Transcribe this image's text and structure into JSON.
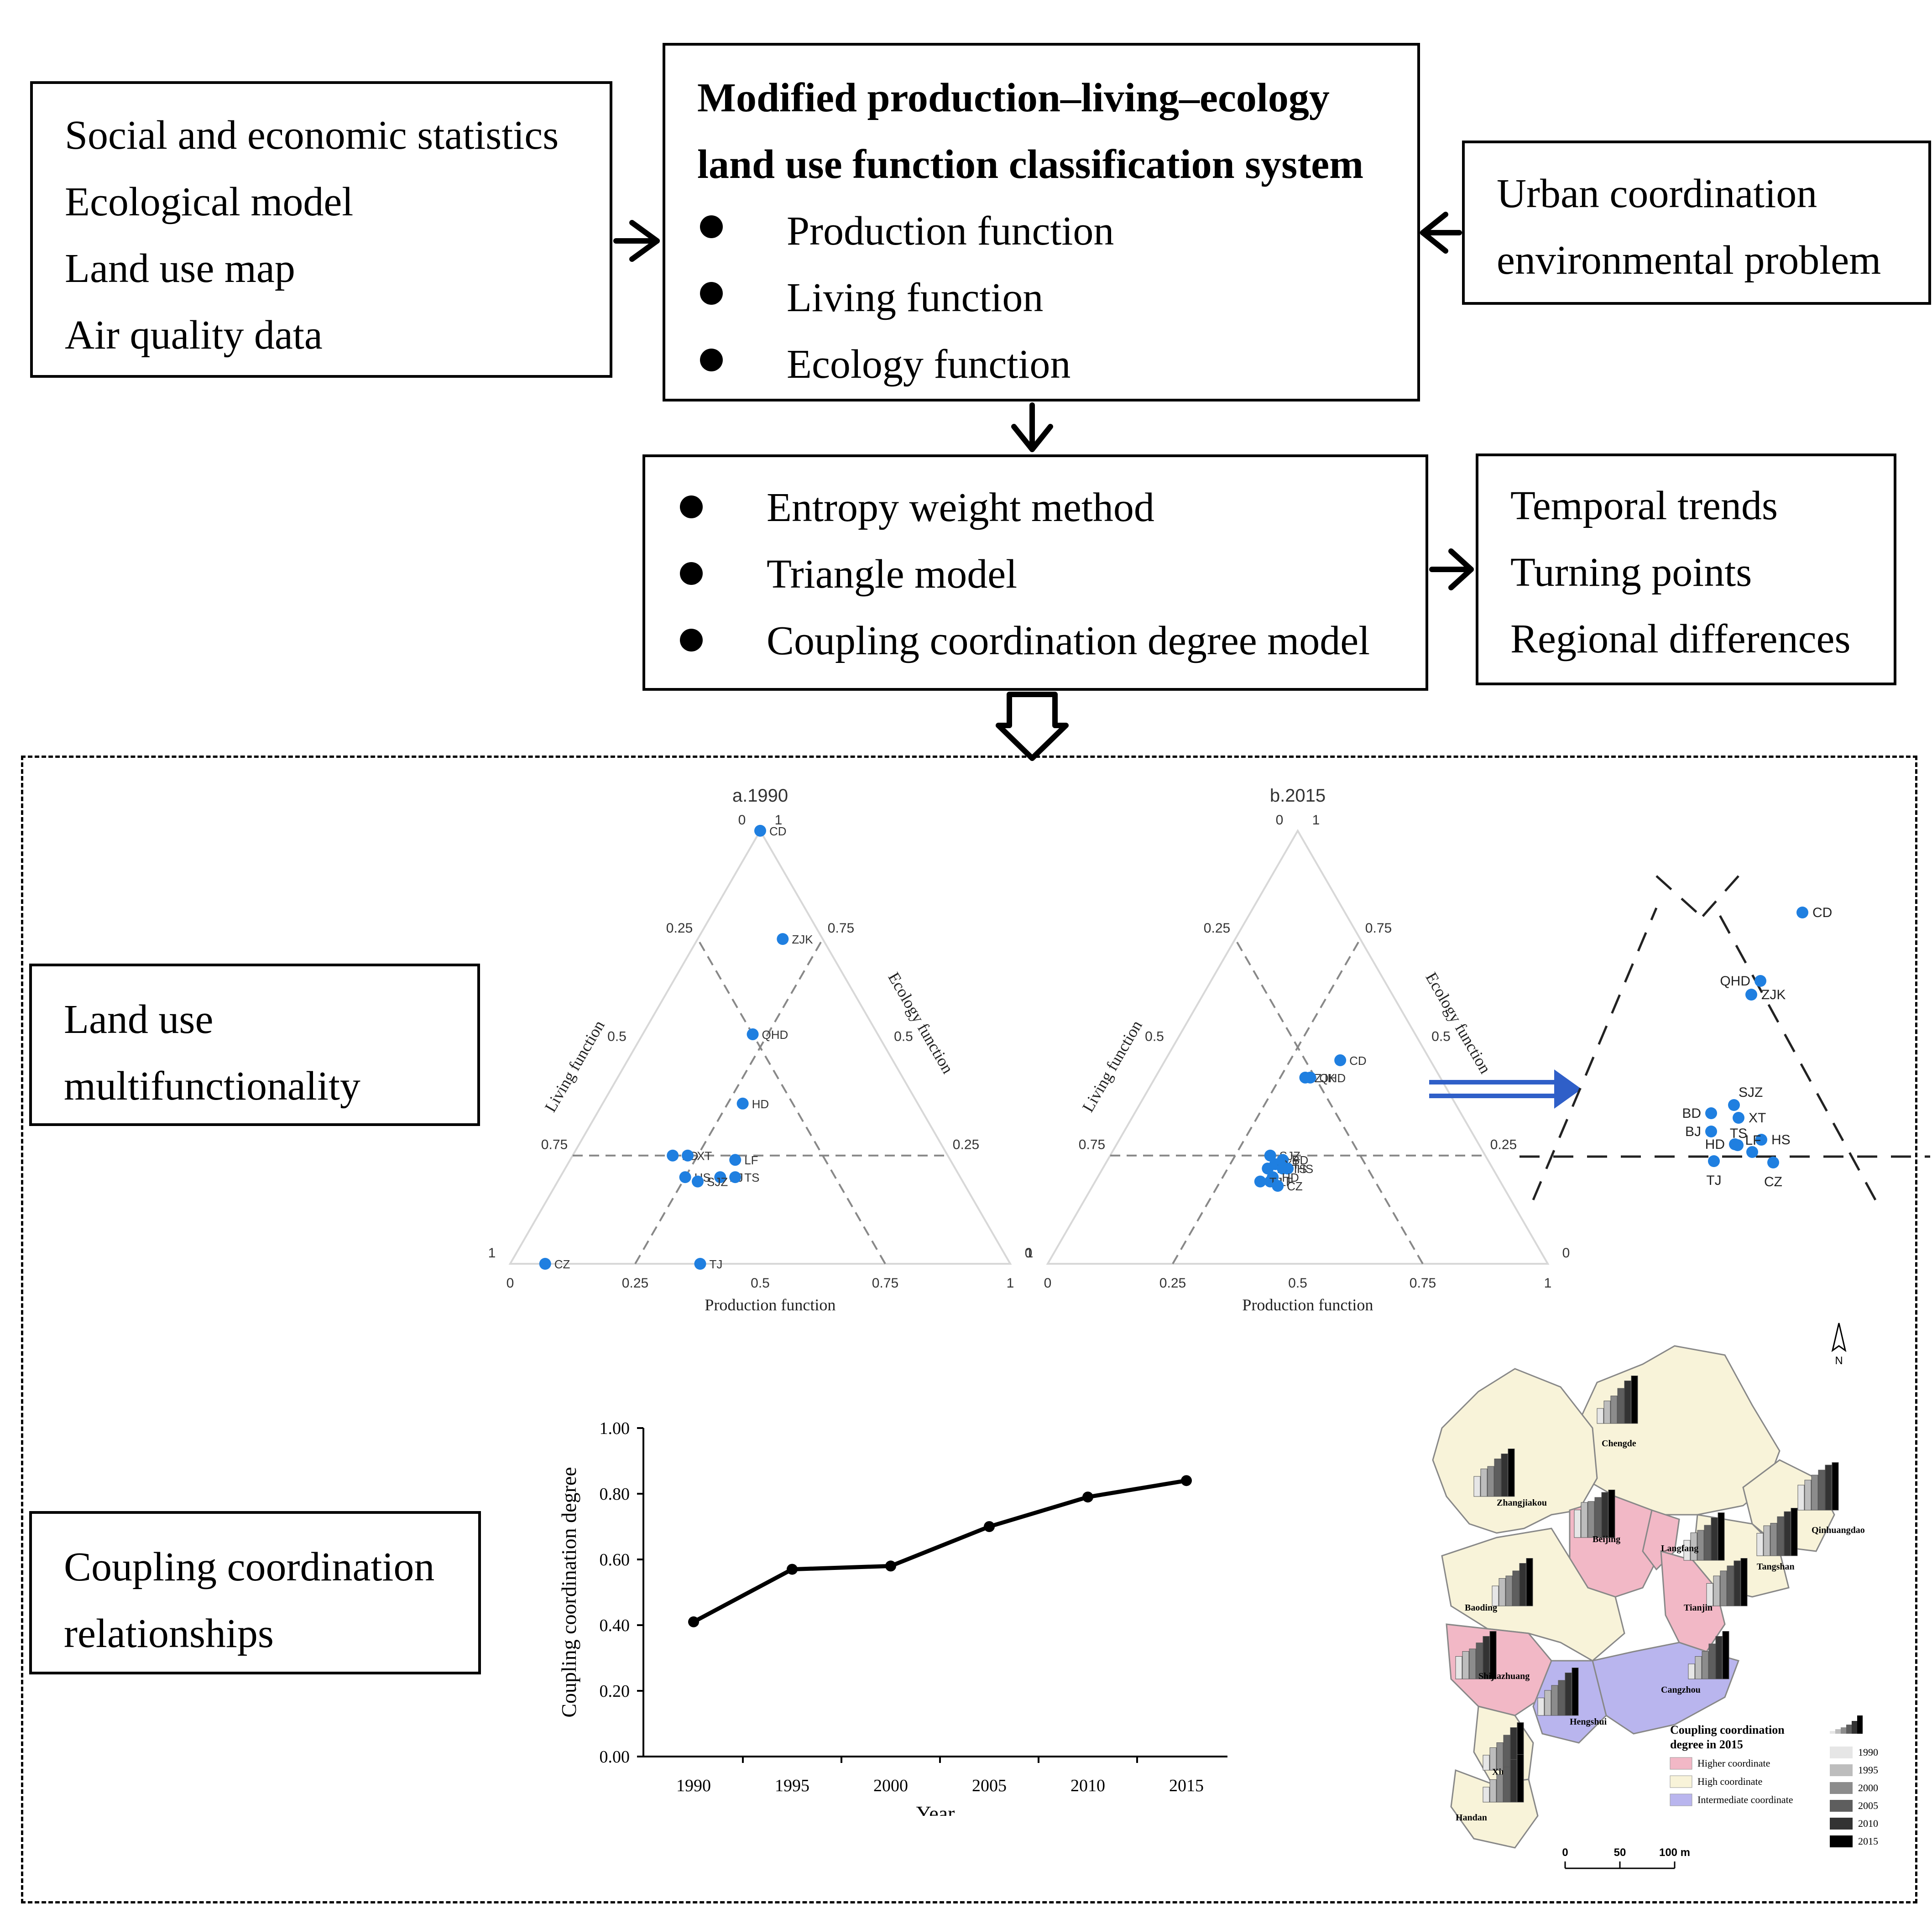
{
  "inputs": {
    "lines": [
      "Social and economic statistics",
      "Ecological model",
      "Land use map",
      "Air quality data"
    ]
  },
  "classification": {
    "title_line1": "Modified production–living–ecology",
    "title_line2": "land use function classification system",
    "items": [
      "Production function",
      "Living function",
      "Ecology function"
    ]
  },
  "problems": {
    "lines": [
      "Urban coordination",
      "environmental problem"
    ]
  },
  "methods": {
    "items": [
      "Entropy weight method",
      "Triangle model",
      "Coupling coordination degree model"
    ]
  },
  "outcomes": {
    "lines": [
      "Temporal trends",
      "Turning points",
      "Regional differences"
    ]
  },
  "results": {
    "multifunctionality": [
      "Land use",
      "multifunctionality"
    ],
    "coordination": [
      "Coupling coordination",
      "relationships"
    ]
  },
  "ternary": {
    "panel_a_title": "a.1990",
    "panel_b_title": "b.2015",
    "left_axis": "Living function",
    "right_axis": "Ecology function",
    "bottom_axis": "Production function",
    "ticks": [
      "0",
      "0.25",
      "0.5",
      "0.75",
      "1"
    ]
  },
  "chart_data": [
    {
      "type": "scatter",
      "title": "a.1990",
      "xlabel": "Production function",
      "left_label": "Living function",
      "right_label": "Ecology function",
      "points": [
        {
          "label": "CD",
          "production": 0.0,
          "living": 0.0,
          "ecology": 1.0
        },
        {
          "label": "ZJK",
          "production": 0.17,
          "living": 0.08,
          "ecology": 0.75
        },
        {
          "label": "QHD",
          "production": 0.22,
          "living": 0.25,
          "ecology": 0.53
        },
        {
          "label": "HD",
          "production": 0.28,
          "living": 0.35,
          "ecology": 0.37
        },
        {
          "label": "BD",
          "production": 0.2,
          "living": 0.55,
          "ecology": 0.25
        },
        {
          "label": "XT",
          "production": 0.23,
          "living": 0.52,
          "ecology": 0.25
        },
        {
          "label": "LF",
          "production": 0.33,
          "living": 0.43,
          "ecology": 0.24
        },
        {
          "label": "HS",
          "production": 0.25,
          "living": 0.55,
          "ecology": 0.2
        },
        {
          "label": "BJ",
          "production": 0.32,
          "living": 0.48,
          "ecology": 0.2
        },
        {
          "label": "TS",
          "production": 0.35,
          "living": 0.45,
          "ecology": 0.2
        },
        {
          "label": "SJZ",
          "production": 0.28,
          "living": 0.53,
          "ecology": 0.19
        },
        {
          "label": "TJ",
          "production": 0.38,
          "living": 0.62,
          "ecology": 0.0
        },
        {
          "label": "CZ",
          "production": 0.07,
          "living": 0.93,
          "ecology": 0.0
        }
      ]
    },
    {
      "type": "scatter",
      "title": "b.2015",
      "xlabel": "Production function",
      "left_label": "Living function",
      "right_label": "Ecology function",
      "points": [
        {
          "label": "CD",
          "production": 0.35,
          "living": 0.18,
          "ecology": 0.47
        },
        {
          "label": "QHD",
          "production": 0.31,
          "living": 0.26,
          "ecology": 0.43
        },
        {
          "label": "ZJK",
          "production": 0.3,
          "living": 0.27,
          "ecology": 0.43
        },
        {
          "label": "SJZ",
          "production": 0.32,
          "living": 0.43,
          "ecology": 0.25
        },
        {
          "label": "BD",
          "production": 0.35,
          "living": 0.41,
          "ecology": 0.24
        },
        {
          "label": "XT",
          "production": 0.34,
          "living": 0.43,
          "ecology": 0.23
        },
        {
          "label": "BJ",
          "production": 0.33,
          "living": 0.45,
          "ecology": 0.22
        },
        {
          "label": "HS",
          "production": 0.37,
          "living": 0.41,
          "ecology": 0.22
        },
        {
          "label": "TS",
          "production": 0.36,
          "living": 0.42,
          "ecology": 0.22
        },
        {
          "label": "HD",
          "production": 0.35,
          "living": 0.45,
          "ecology": 0.2
        },
        {
          "label": "LF",
          "production": 0.35,
          "living": 0.46,
          "ecology": 0.19
        },
        {
          "label": "TJ",
          "production": 0.33,
          "living": 0.48,
          "ecology": 0.19
        },
        {
          "label": "CZ",
          "production": 0.37,
          "living": 0.45,
          "ecology": 0.18
        }
      ]
    },
    {
      "type": "line",
      "title": "",
      "xlabel": "Year",
      "ylabel": "Coupling coordination degree",
      "categories": [
        "1990",
        "1995",
        "2000",
        "2005",
        "2010",
        "2015"
      ],
      "values": [
        0.41,
        0.57,
        0.58,
        0.7,
        0.79,
        0.84
      ],
      "ylim": [
        0,
        1
      ],
      "yticks": [
        "0.00",
        "0.20",
        "0.40",
        "0.60",
        "0.80",
        "1.00"
      ]
    }
  ],
  "zoom_labels": [
    {
      "label": "CD"
    },
    {
      "label": "QHD"
    },
    {
      "label": "ZJK"
    },
    {
      "label": "SJZ"
    },
    {
      "label": "BD"
    },
    {
      "label": "XT"
    },
    {
      "label": "BJ"
    },
    {
      "label": "TS"
    },
    {
      "label": "HS"
    },
    {
      "label": "HD"
    },
    {
      "label": "LF"
    },
    {
      "label": "TJ"
    },
    {
      "label": "CZ"
    }
  ],
  "map": {
    "north": "N",
    "cities": [
      {
        "name": "Chengde",
        "class": "high",
        "values": [
          0.3,
          0.45,
          0.55,
          0.7,
          0.85,
          0.95
        ]
      },
      {
        "name": "Zhangjiakou",
        "class": "high",
        "values": [
          0.4,
          0.55,
          0.6,
          0.75,
          0.85,
          0.95
        ]
      },
      {
        "name": "Beijing",
        "class": "higher",
        "values": [
          0.55,
          0.7,
          0.72,
          0.8,
          0.9,
          0.95
        ]
      },
      {
        "name": "Langfang",
        "class": "higher",
        "values": [
          0.4,
          0.55,
          0.6,
          0.7,
          0.85,
          0.95
        ]
      },
      {
        "name": "Qinhuangdao",
        "class": "high",
        "values": [
          0.5,
          0.6,
          0.7,
          0.8,
          0.9,
          0.95
        ]
      },
      {
        "name": "Tangshan",
        "class": "high",
        "values": [
          0.45,
          0.6,
          0.65,
          0.78,
          0.88,
          0.95
        ]
      },
      {
        "name": "Tianjin",
        "class": "higher",
        "values": [
          0.45,
          0.6,
          0.7,
          0.8,
          0.9,
          0.95
        ]
      },
      {
        "name": "Baoding",
        "class": "high",
        "values": [
          0.4,
          0.55,
          0.6,
          0.7,
          0.85,
          0.95
        ]
      },
      {
        "name": "Cangzhou",
        "class": "intermediate",
        "values": [
          0.3,
          0.45,
          0.55,
          0.7,
          0.85,
          0.95
        ]
      },
      {
        "name": "Shijiazhuang",
        "class": "higher",
        "values": [
          0.45,
          0.55,
          0.6,
          0.72,
          0.85,
          0.95
        ]
      },
      {
        "name": "Hengshui",
        "class": "intermediate",
        "values": [
          0.35,
          0.5,
          0.6,
          0.7,
          0.85,
          0.95
        ]
      },
      {
        "name": "Xingtai",
        "class": "high",
        "values": [
          0.3,
          0.45,
          0.55,
          0.7,
          0.85,
          0.95
        ]
      },
      {
        "name": "Handan",
        "class": "high",
        "values": [
          0.3,
          0.45,
          0.55,
          0.7,
          0.85,
          0.95
        ]
      }
    ],
    "legend_title_1": "Coupling coordination",
    "legend_title_2": "degree in 2015",
    "legend_classes": [
      "Higher coordinate",
      "High coordinate",
      "Intermediate coordinate"
    ],
    "legend_years": [
      "1990",
      "1995",
      "2000",
      "2005",
      "2010",
      "2015"
    ],
    "scale_ticks": [
      "0",
      "50",
      "100 m"
    ],
    "colors": {
      "higher": "#f2b8c6",
      "high": "#f8f3d9",
      "intermediate": "#b9b5ee",
      "year_shades": [
        "#e6e6e6",
        "#bdbdbd",
        "#8c8c8c",
        "#5e5e5e",
        "#333333",
        "#000000"
      ]
    }
  },
  "colors": {
    "point": "#1f7fe0",
    "guide": "#888888",
    "arrow_blue": "#2f5fc8"
  }
}
